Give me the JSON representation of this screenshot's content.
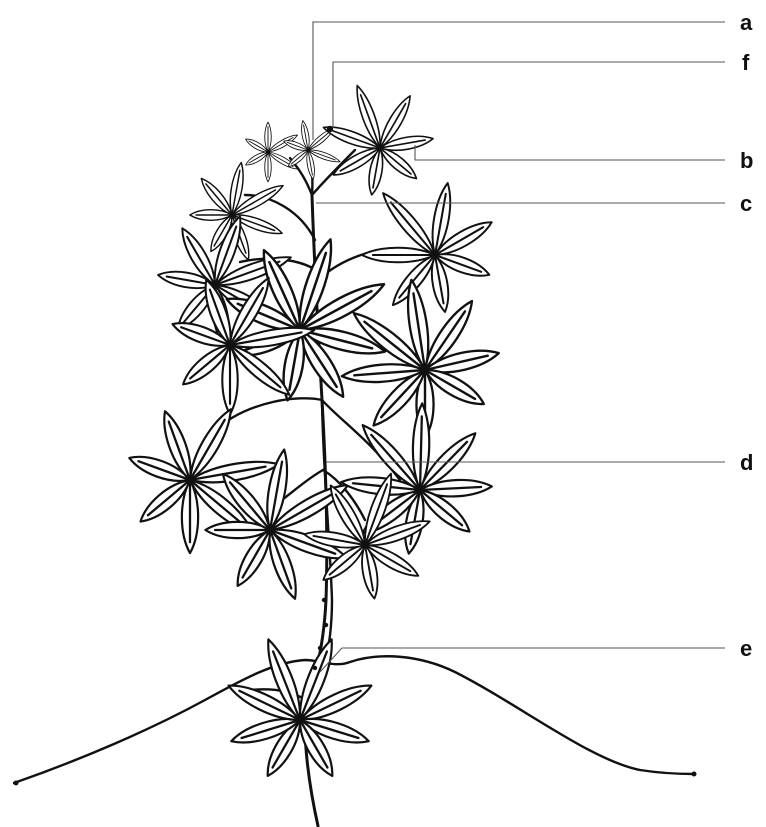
{
  "diagram": {
    "labels": [
      {
        "id": "a",
        "text": "a"
      },
      {
        "id": "f",
        "text": "f"
      },
      {
        "id": "b",
        "text": "b"
      },
      {
        "id": "c",
        "text": "c"
      },
      {
        "id": "d",
        "text": "d"
      },
      {
        "id": "e",
        "text": "e"
      }
    ],
    "colors": {
      "line": "#111111",
      "leader": "#555555",
      "background": "#ffffff"
    }
  }
}
